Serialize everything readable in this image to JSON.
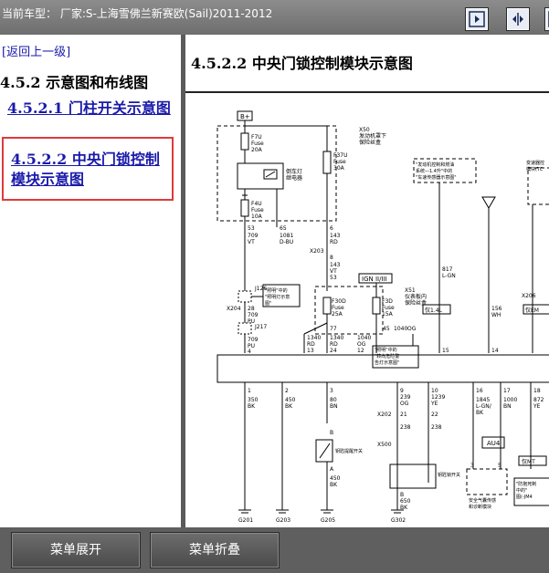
{
  "window": {
    "title": "当前车型： 厂家:S-上海雪佛兰新赛欧(Sail)2011-2012"
  },
  "toolbar": {
    "buttons": [
      "next-page-icon",
      "fit-width-icon",
      "expand-icon"
    ]
  },
  "sidebar": {
    "back_link": "[返回上一级]",
    "section_title": "4.5.2 示意图和布线图",
    "items": [
      {
        "label": "4.5.2.1 门柱开关示意图"
      },
      {
        "label": "4.5.2.2 中央门锁控制模块示意图",
        "selected": true
      }
    ]
  },
  "content": {
    "heading": "4.5.2.2 中央门锁控制模块示意图",
    "diagram": {
      "power_label": "B+",
      "x50": "X50",
      "x50_desc1": "发动机罩下",
      "x50_desc2": "保险丝盒",
      "f7u": "F7U",
      "f7u_type": "Fuse",
      "f7u_amp": "20A",
      "f37u": "F37U",
      "f37u_type": "Fuse",
      "f37u_amp": "30A",
      "relay1": "倒车灯",
      "relay2": "继电器",
      "f4u": "F4U",
      "f4u_type": "Fuse",
      "f4u_amp": "10A",
      "w53": "53",
      "w709": "709",
      "wvt": "VT",
      "w65": "65",
      "w1081": "1081",
      "wdbu": "D-BU",
      "w6": "6",
      "w143": "143",
      "wrd": "RD",
      "x203": "X203",
      "w8": "8",
      "w143b": "143",
      "wvt2": "VT",
      "w53b": "53",
      "j126": "J126",
      "lighting_note1": "\"照明\"中的",
      "lighting_note2": "\"照明灯示意",
      "lighting_note3": "图\"",
      "ign": "IGN II/III",
      "x51": "X51",
      "x51_desc1": "仪表板内",
      "x51_desc2": "保险丝盒",
      "f30d": "F30D",
      "f30d_type": "Fuse",
      "f30d_amp": "25A",
      "f3d": "F3D",
      "f3d_type": "Fuse",
      "f3d_amp": "15A",
      "x204": "X204",
      "w28": "28",
      "w709b": "709",
      "wpu": "PU",
      "j217": "J217",
      "w709c": "709",
      "wpu2": "PU",
      "w4": "4",
      "w77": "77",
      "w45": "45",
      "w1040": "1040",
      "wog": "OG",
      "turn_note1": "\"照明\"中的",
      "turn_note2": "\"转向危险警",
      "turn_note3": "告灯示意图\"",
      "w1340a": "1340",
      "wrd2": "RD",
      "w13": "13",
      "w1340b": "1340",
      "wrd3": "RD",
      "w24": "24",
      "w1040b": "1040",
      "wog2": "OG",
      "w12": "12",
      "engine_note1": "\"发动机控制和燃油",
      "engine_note2": "系统—1.4升\"中的",
      "engine_note3": "\"车速传感器示意图\"",
      "w817": "817",
      "wlgn": "L-GN",
      "w15": "15",
      "w156": "156",
      "wwh": "WH",
      "w14": "14",
      "tcm_note1": "变速器控",
      "tcm_note2": "模块(TC",
      "x206": "X206",
      "tag14l": "仅1.4L",
      "tagemt": "仅EM",
      "b_w1": "1",
      "b_w350": "350",
      "b_wbk": "BK",
      "b_w2": "2",
      "b_w450": "450",
      "b_wbk2": "BK",
      "b_w3": "3",
      "b_w80": "80",
      "b_wbn": "BN",
      "b_wb": "B",
      "switch1": "钥匙提醒开关",
      "b_wa": "A",
      "b_w450b": "450",
      "b_wbk3": "BK",
      "x202": "X202",
      "x500": "X500",
      "b_w9": "9",
      "b_w239": "239",
      "b_wog": "OG",
      "b_w10": "10",
      "b_w1239": "1239",
      "b_wye": "YE",
      "b_w21": "21",
      "b_w22": "22",
      "b_w238": "238",
      "b_w238b": "238",
      "switch2": "钥匙锁开关",
      "b_wb2": "B",
      "b_w650": "650",
      "b_wbk4": "BK",
      "b_w16": "16",
      "b_w1845": "1845",
      "b_wlgn": "L-GN/",
      "b_wbk5": "BK",
      "b_w17": "17",
      "b_w1000": "1000",
      "b_wbn2": "BN",
      "au4": "AU4",
      "b_w3b": "3",
      "b_w5": "5",
      "airbag_note1": "安全气囊传感",
      "airbag_note2": "和诊断模块",
      "b_w18": "18",
      "b_w872": "872",
      "b_wye2": "YE",
      "tagmt": "仅MT",
      "anti_note1": "\"防抱死制",
      "anti_note2": "中的\"",
      "anti_note3": "图(-JM4",
      "g201": "G201",
      "g203": "G203",
      "g205": "G205",
      "g302": "G302"
    }
  },
  "footer": {
    "expand_label": "菜单展开",
    "collapse_label": "菜单折叠"
  }
}
